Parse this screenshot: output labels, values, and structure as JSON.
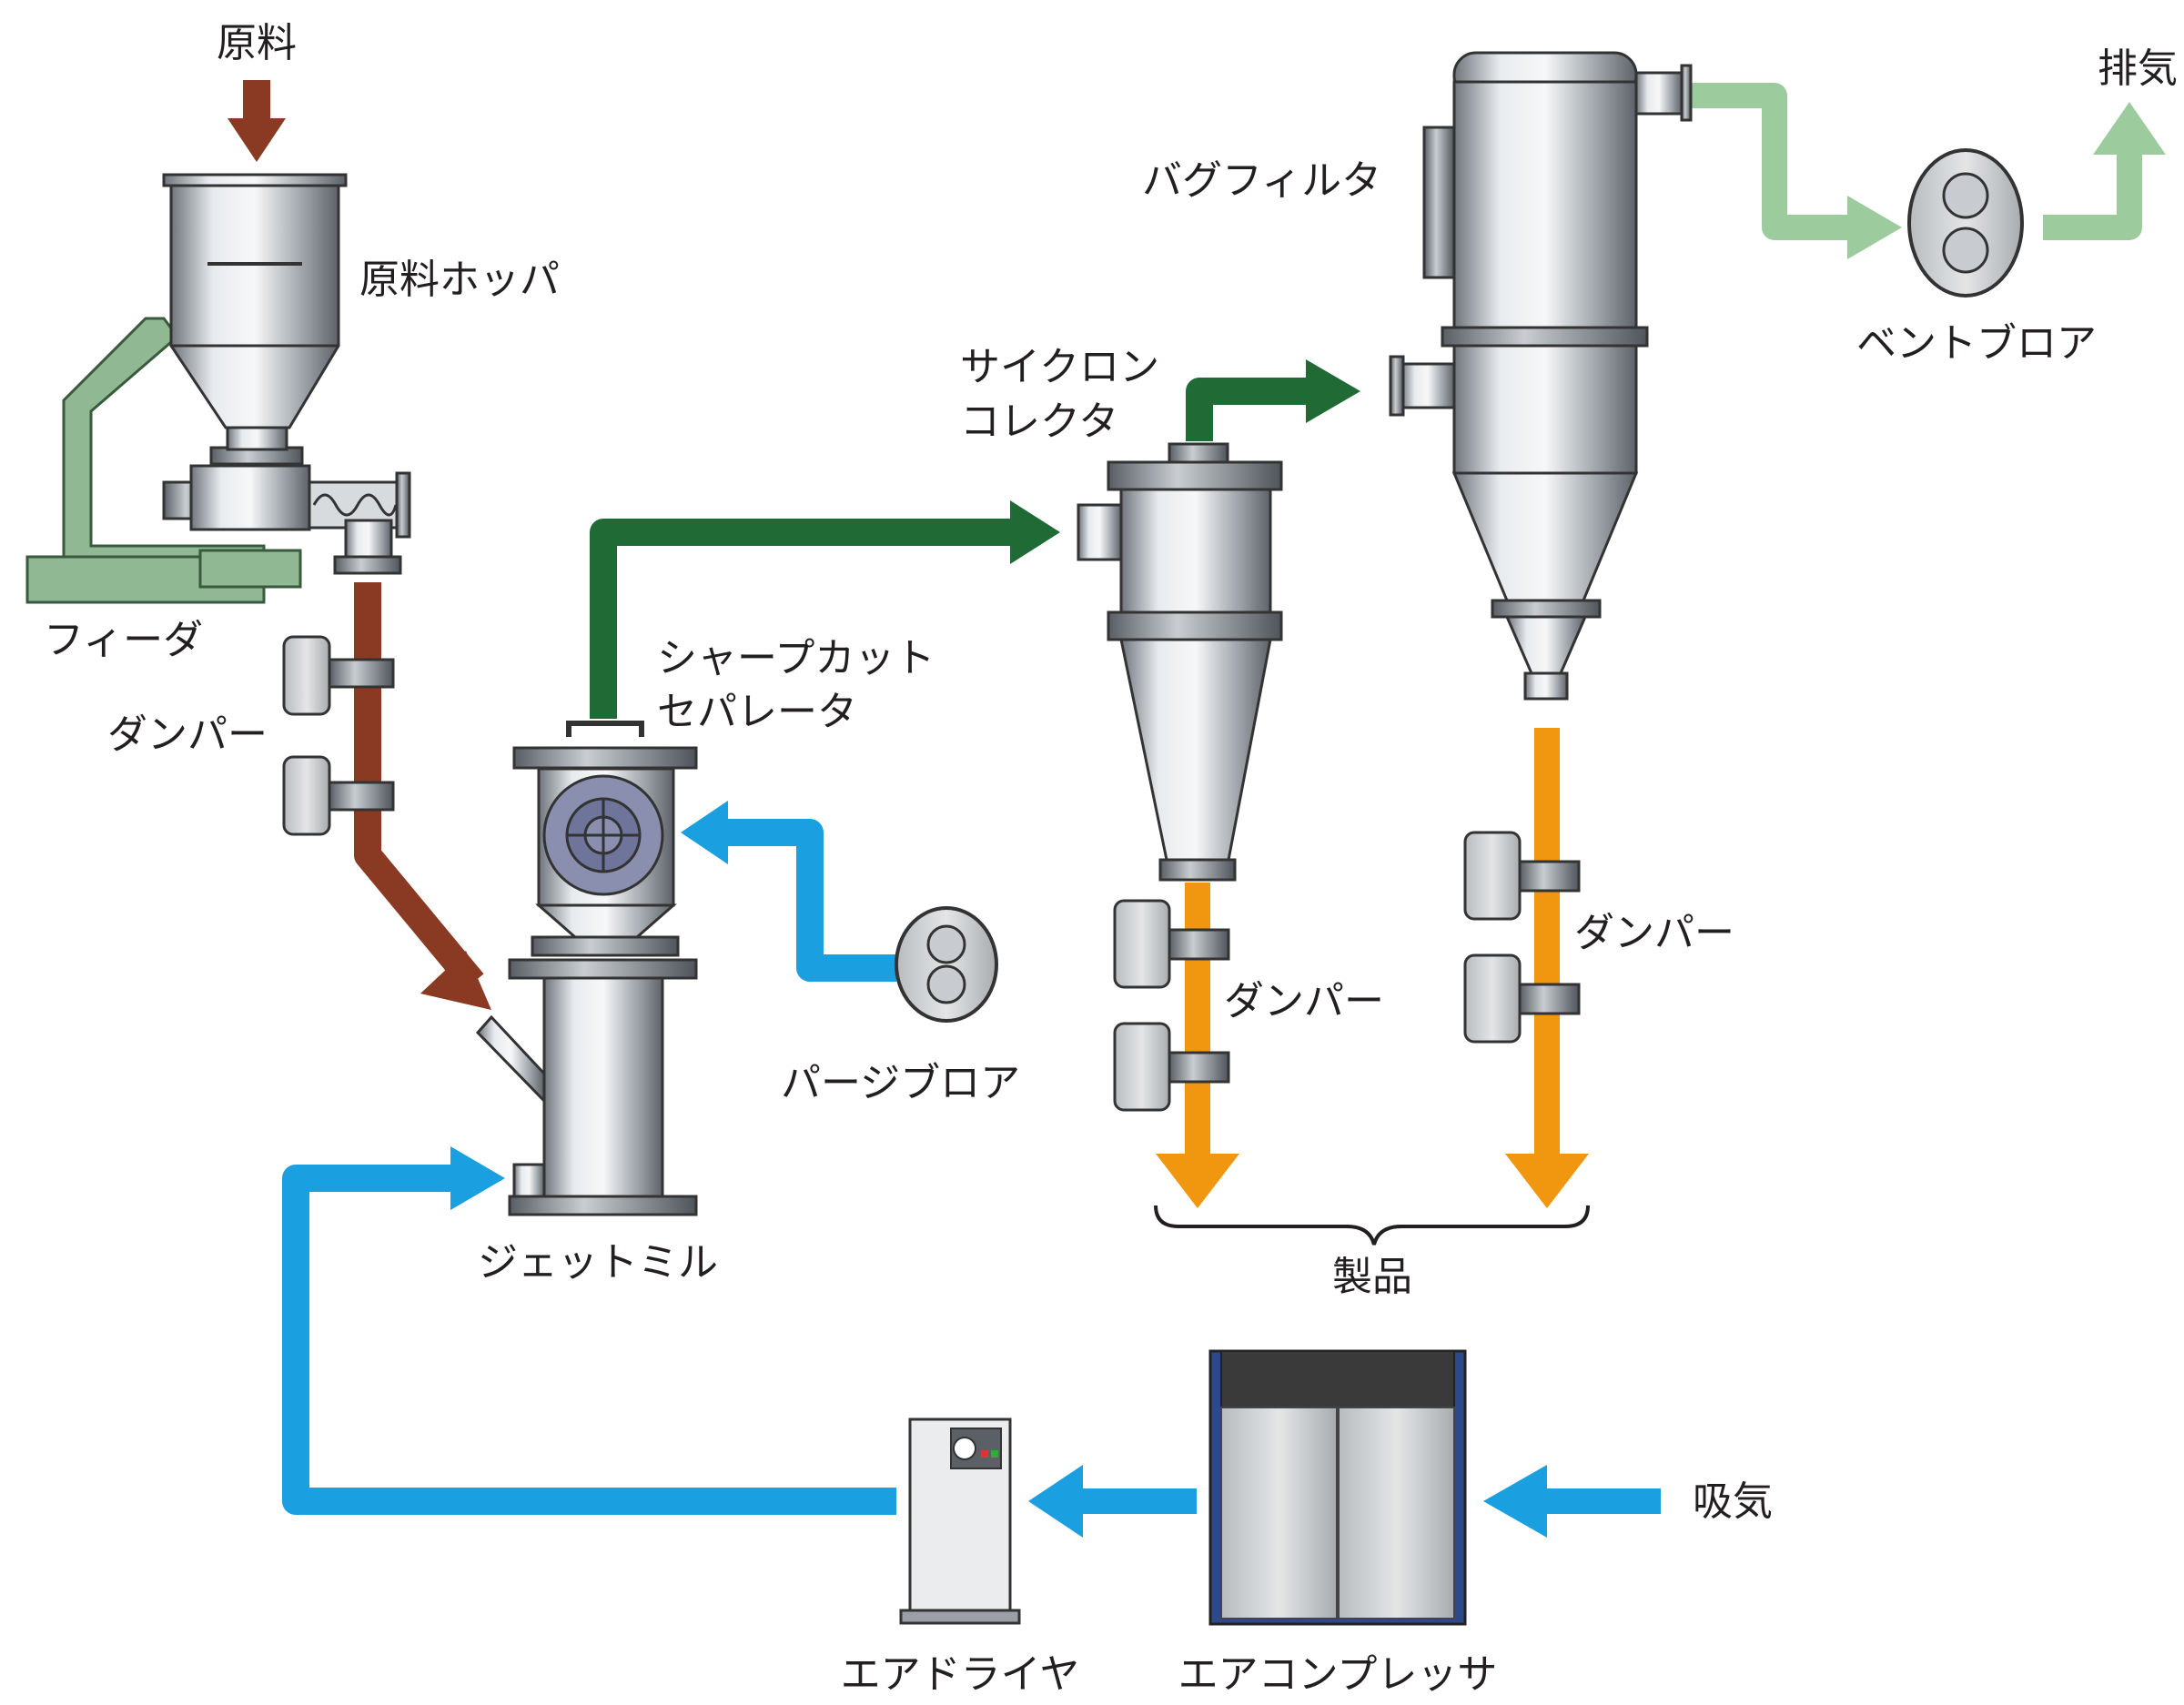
{
  "labels": {
    "raw_material": "原料",
    "raw_hopper": "原料ホッパ",
    "feeder": "フィーダ",
    "damper_left": "ダンパー",
    "sharp_cut_1": "シャープカット",
    "sharp_cut_2": "セパレータ",
    "cyclone_1": "サイクロン",
    "cyclone_2": "コレクタ",
    "bag_filter": "バグフィルタ",
    "exhaust": "排気",
    "vent_blower": "ベントブロア",
    "purge_blower": "パージブロア",
    "jet_mill": "ジェットミル",
    "damper_cyclone": "ダンパー",
    "damper_bag": "ダンパー",
    "product": "製品",
    "intake": "吸気",
    "air_dryer": "エアドライヤ",
    "air_compressor": "エアコンプレッサ"
  },
  "colors": {
    "raw_flow": "#8a3a22",
    "product_gas_flow": "#1f6a35",
    "compressed_air_flow": "#1aa0e0",
    "product_flow": "#f0960f",
    "exhaust_flow": "#9ccc9e",
    "feeder_frame": "#8fb893",
    "steel": "#c8ccd0",
    "compressor_frame": "#2c4a8a"
  }
}
